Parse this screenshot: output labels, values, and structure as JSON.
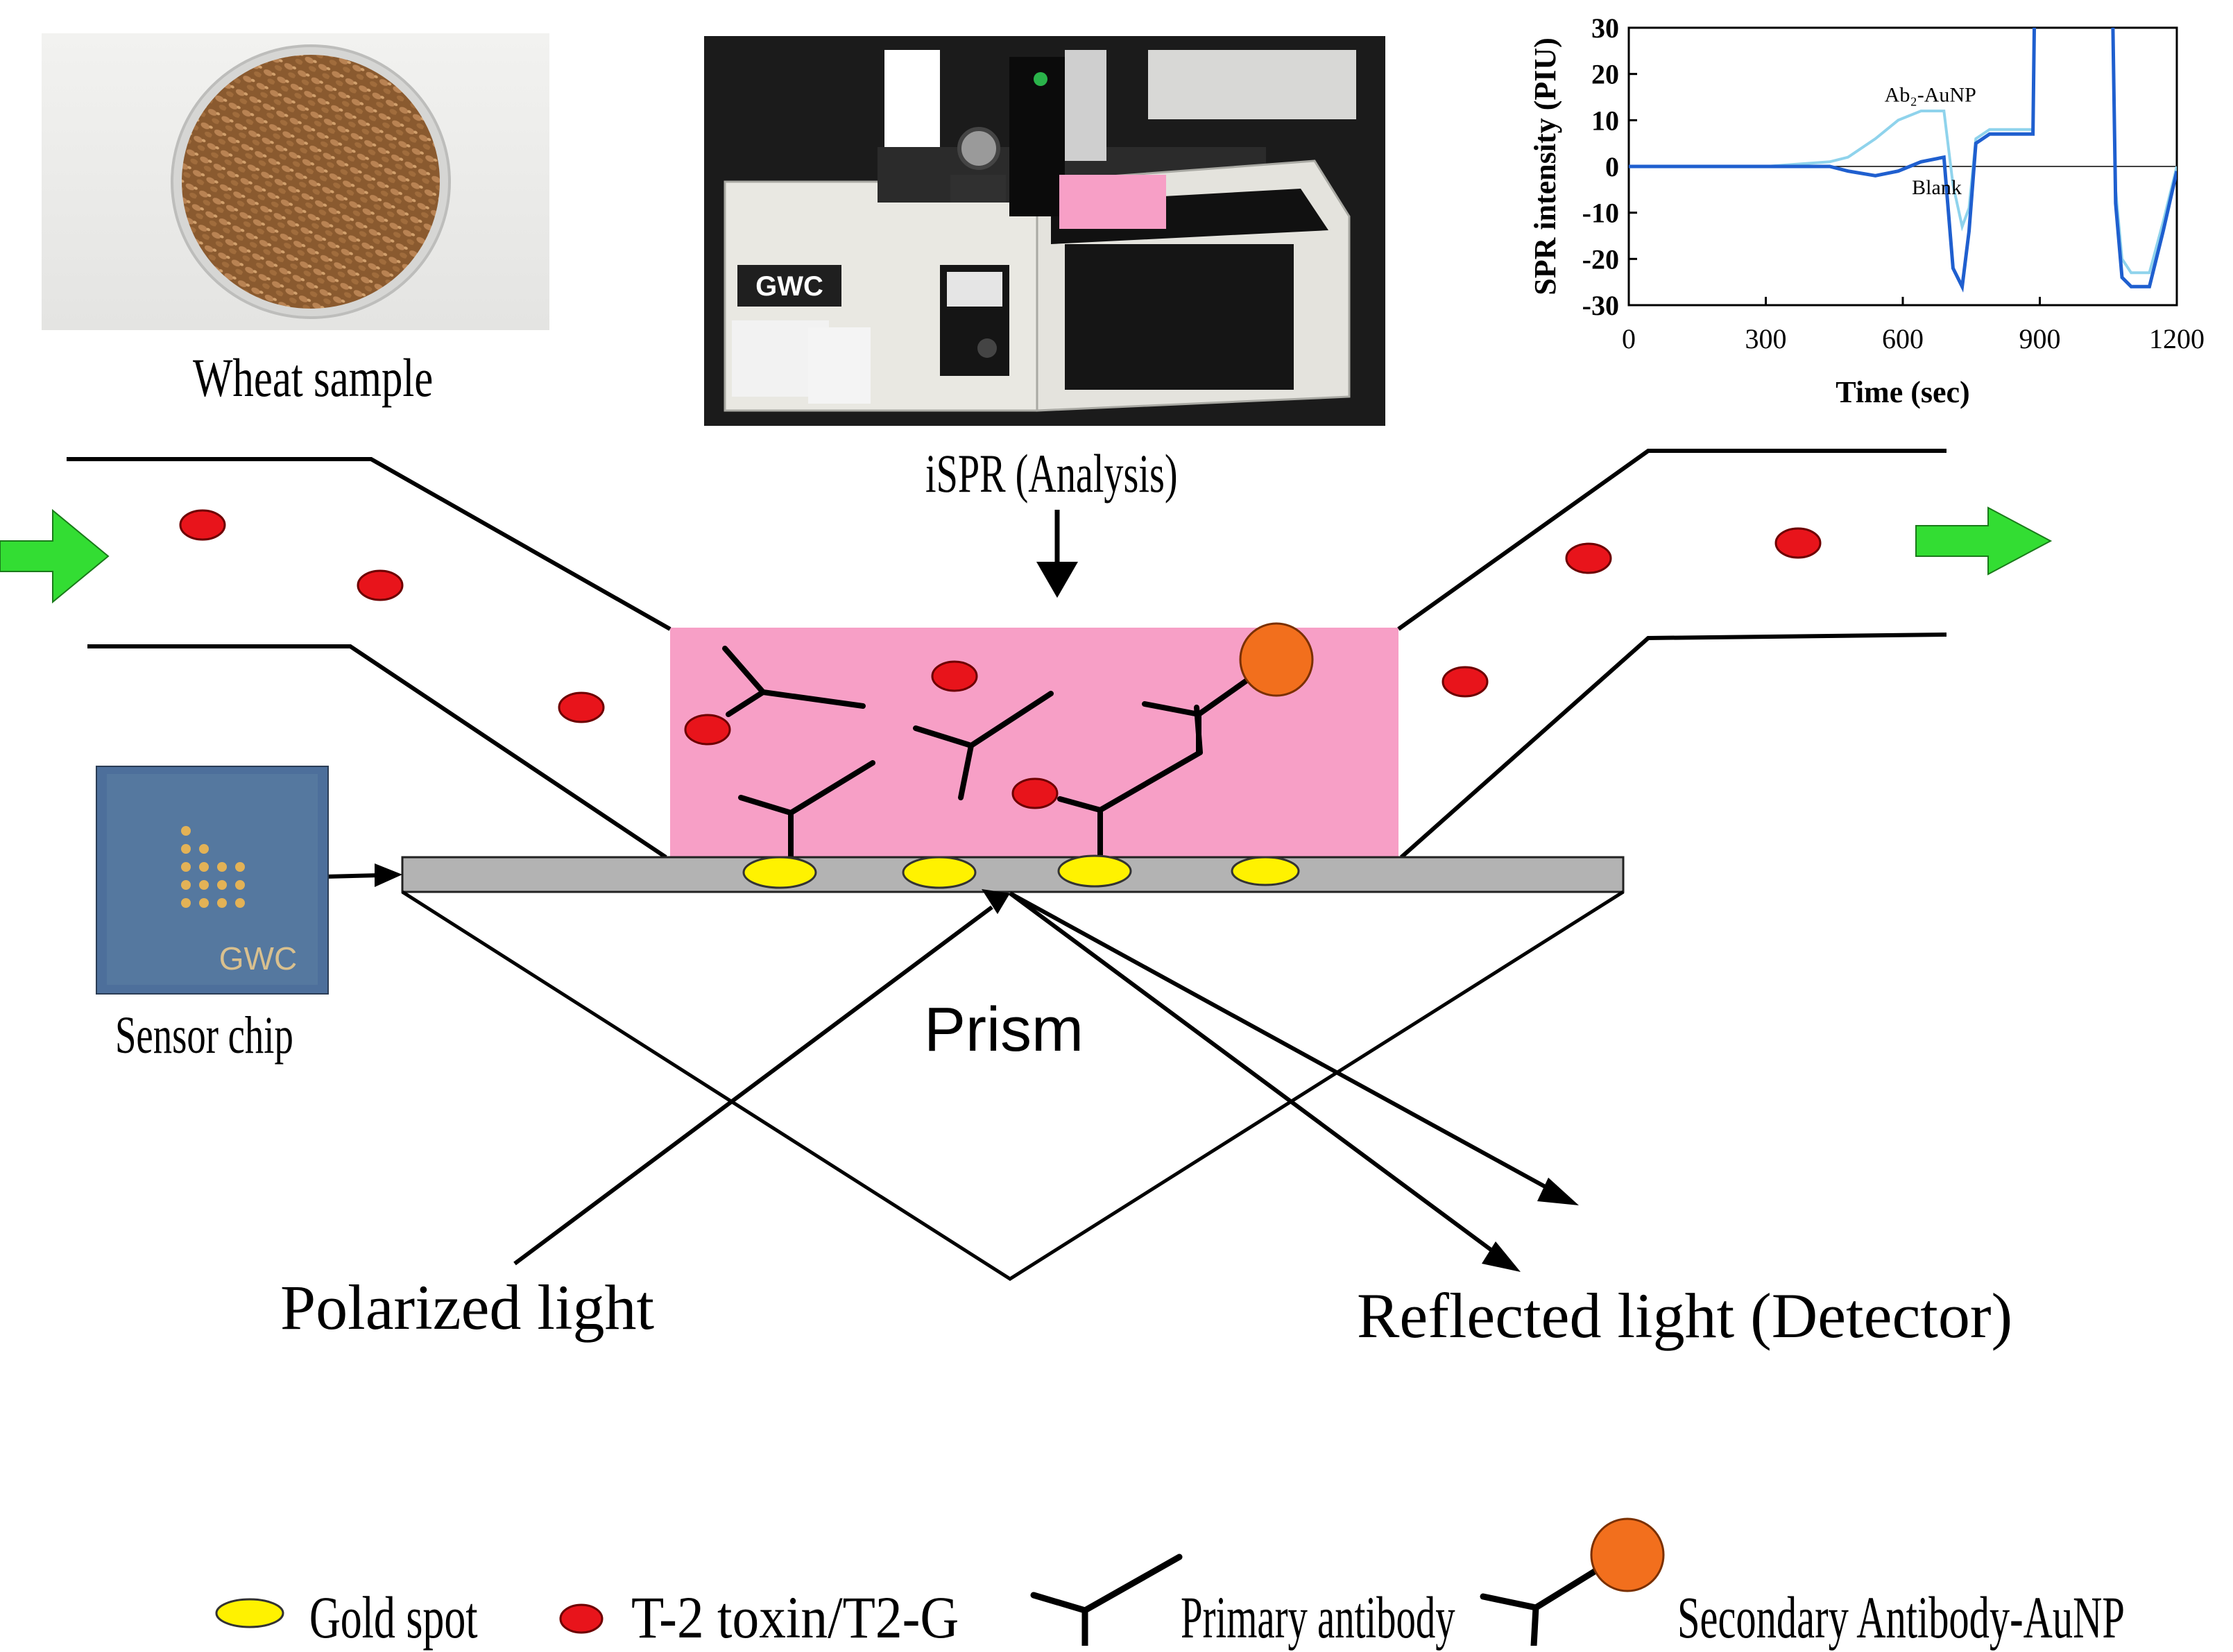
{
  "labels": {
    "wheat": "Wheat sample",
    "ispr": "iSPR (Analysis)",
    "sensor": "Sensor chip",
    "prism": "Prism",
    "polarized": "Polarized light",
    "reflected": "Reflected light (Detector)"
  },
  "instrument": {
    "brand": "GWC"
  },
  "chip": {
    "brand": "GWC"
  },
  "legend": {
    "gold": "Gold spot",
    "toxin": "T-2 toxin/T2-G",
    "primary": "Primary antibody",
    "secondary": "Secondary Antibody-AuNP"
  },
  "colors": {
    "flow_cell": "#f79fc6",
    "toxin": "#e8141b",
    "gold": "#fff200",
    "aunp": "#f26f1d",
    "arrow_green": "#33dd33",
    "chip_bar": "#b3b3b3",
    "chip_blue": "#4d6f9b",
    "series_ab2": "#8fd3ec",
    "series_blank": "#1f5fcf"
  },
  "chart_data": {
    "type": "line",
    "title": "",
    "xlabel": "Time (sec)",
    "ylabel": "SPR intensity (PIU)",
    "xlim": [
      0,
      1200
    ],
    "ylim": [
      -30,
      30
    ],
    "xticks": [
      0,
      300,
      600,
      900,
      1200
    ],
    "yticks": [
      30,
      20,
      10,
      0,
      -10,
      -20,
      -30
    ],
    "annotations": [
      {
        "text": "Ab₂-AuNP",
        "x": 560,
        "y": 14
      },
      {
        "text": "Blank",
        "x": 620,
        "y": -6
      }
    ],
    "series": [
      {
        "color": "#8fd3ec",
        "x": [
          0,
          150,
          300,
          440,
          480,
          540,
          590,
          640,
          690,
          710,
          730,
          745,
          760,
          790,
          860,
          885,
          888,
          893,
          1060,
          1066,
          1080,
          1100,
          1140,
          1170,
          1200
        ],
        "y": [
          0,
          0,
          0,
          1,
          2,
          6,
          10,
          12,
          12,
          -4,
          -13,
          -9,
          6,
          8,
          8,
          8,
          31,
          31,
          31,
          -5,
          -20,
          -23,
          -23,
          -12,
          0
        ]
      },
      {
        "color": "#1f5fcf",
        "x": [
          0,
          150,
          300,
          440,
          480,
          540,
          590,
          640,
          690,
          710,
          730,
          745,
          760,
          790,
          860,
          885,
          888,
          893,
          1060,
          1066,
          1080,
          1100,
          1140,
          1170,
          1200
        ],
        "y": [
          0,
          0,
          0,
          0,
          -1,
          -2,
          -1,
          1,
          2,
          -22,
          -26,
          -14,
          5,
          7,
          7,
          7,
          31,
          31,
          31,
          -8,
          -24,
          -26,
          -26,
          -14,
          -1
        ]
      }
    ]
  }
}
